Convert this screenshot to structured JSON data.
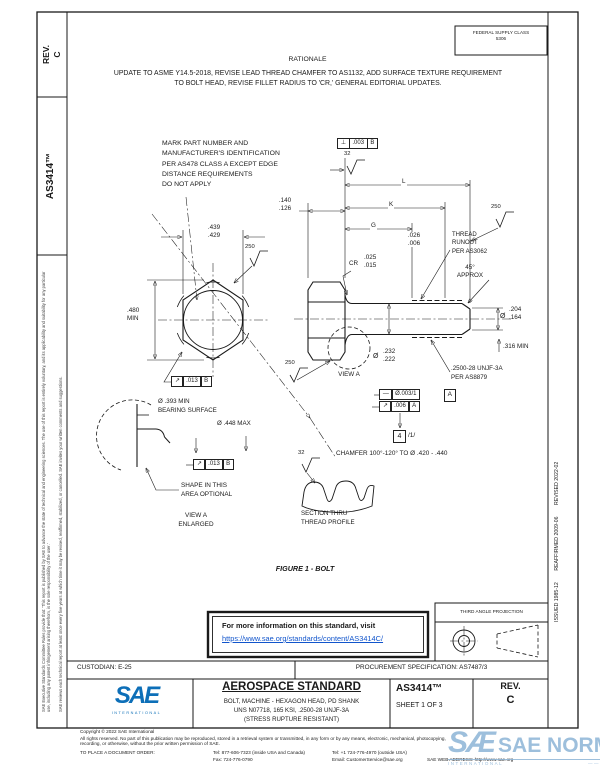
{
  "colors": {
    "line": "#1a1a1a",
    "link_blue": "#1155cc",
    "sae_blue": "#0d6fb8",
    "watermark_blue": "#8cb4d6"
  },
  "header": {
    "fsc": "FEDERAL SUPPLY CLASS\n5306",
    "rationale_title": "RATIONALE",
    "rationale_body": "UPDATE TO ASME Y14.5-2018, REVISE LEAD THREAD CHAMFER TO AS1132, ADD SURFACE TEXTURE REQUIREMENT\nTO BOLT HEAD, REVISE FILLET RADIUS TO 'CR,' GENERAL EDITORIAL UPDATES."
  },
  "margins": {
    "rev_box": "REV.\nC",
    "doc_box": "AS3414™",
    "notice_a": "SAE Executive Standards Committee Rules provide that: 'This report is published by SAE to advance the state of technical and engineering sciences. The use of this report is entirely voluntary, and its applicability and suitability for any particular use, including any patent infringement arising therefrom, is the sole responsibility of the user.'",
    "notice_b": "SAE reviews each technical report at least once every five years at which time it may be revised, reaffirmed, stabilized, or cancelled. SAE invites your written comments and suggestions.",
    "dates": "ISSUED 1985-12        REAFFIRMED 2009-06        REVISED 2022-02"
  },
  "drawing": {
    "mark_note": "MARK PART NUMBER AND\nMANUFACTURER'S IDENTIFICATION\nPER AS478 CLASS A EXCEPT EDGE\nDISTANCE REQUIREMENTS\nDO NOT APPLY",
    "dim_flats": ".439\n.429",
    "dim_corners": ".480\nMIN",
    "dim_head_thk": ".140\n.126",
    "dim_L": "L",
    "dim_K": "K",
    "dim_G": "G",
    "dim_runout_len": ".026\n.006",
    "cr": "CR",
    "cr_val": ".025\n.015",
    "thread_runout": "THREAD\nRUNOUT\nPER AS3062",
    "chamfer45": "45°\nAPPROX",
    "f250": "250",
    "f32": "32",
    "phi": "Ø",
    "dim_point": ".204\n.164",
    "dim_316": ".316 MIN",
    "dim_shank": ".232\n.222",
    "thread_spec": ".2500-28 UNJF-3A\nPER AS8879",
    "fcf_perp": {
      "s": "⊥",
      "v": ".003",
      "d": "B"
    },
    "fcf_hex_runout": {
      "s": "↗",
      "v": ".013",
      "d": "B"
    },
    "fcf_straightness": {
      "s": "—",
      "v": "Ø.003/1"
    },
    "datum_a": "A",
    "fcf_runout": {
      "s": "↗",
      "v": ".006",
      "d": "A"
    },
    "fcf_bearing_runout": {
      "s": "↗",
      "v": ".013",
      "d": "B"
    },
    "flag_symbol": "4",
    "flag_ref": "/1/",
    "chamfer_note": "CHAMFER 100°-120° TO Ø .420 - .440",
    "view_a": "VIEW A",
    "bearing_note": "Ø .393 MIN\nBEARING SURFACE",
    "max_448": "Ø .448 MAX",
    "shape_note": "SHAPE IN THIS\nAREA OPTIONAL",
    "view_a_enlarged": "VIEW A\nENLARGED",
    "section_note": "SECTION THRU\nTHREAD PROFILE",
    "figure_caption": "FIGURE 1 - BOLT"
  },
  "info_box": {
    "line1": "For more information on this standard, visit",
    "link": "https://www.sae.org/standards/content/AS3414C/"
  },
  "projection": {
    "label": "THIRD ANGLE PROJECTION"
  },
  "title_block": {
    "custodian": "CUSTODIAN: E-25",
    "procurement": "PROCUREMENT SPECIFICATION: AS7487/3",
    "standard_type": "AEROSPACE STANDARD",
    "title": "BOLT, MACHINE - HEXAGON HEAD, PD SHANK\nUNS N07718, 165 KSI, .2500-28 UNJF-3A\n(STRESS RUPTURE RESISTANT)",
    "doc_number": "AS3414™",
    "sheet": "SHEET 1 OF 3",
    "rev_label": "REV.",
    "rev": "C",
    "logo": "SAE",
    "logo_sub": "INTERNATIONAL"
  },
  "footer": {
    "copyright": "Copyright © 2022 SAE International",
    "rights1": "All rights reserved. No part of this publication may be reproduced, stored in a retrieval system or transmitted, in any form or by any means, electronic, mechanical, photocopying,",
    "rights2": "recording, or otherwise, without the prior written permission of SAE.",
    "order": "TO PLACE A DOCUMENT ORDER:",
    "tel1": "Tel: 877-606-7323 (inside USA and Canada)",
    "tel2": "Tel: +1 724-776-4970 (outside USA)",
    "fax": "Fax: 724-776-0790",
    "email": "Email: CustomerService@sae.org",
    "web": "SAE WEB ADDRESS: http://www.sae.org"
  },
  "watermark": {
    "logo": "SÆ",
    "text": "SAE NORM",
    "sub": "INTERNATIONAL"
  }
}
